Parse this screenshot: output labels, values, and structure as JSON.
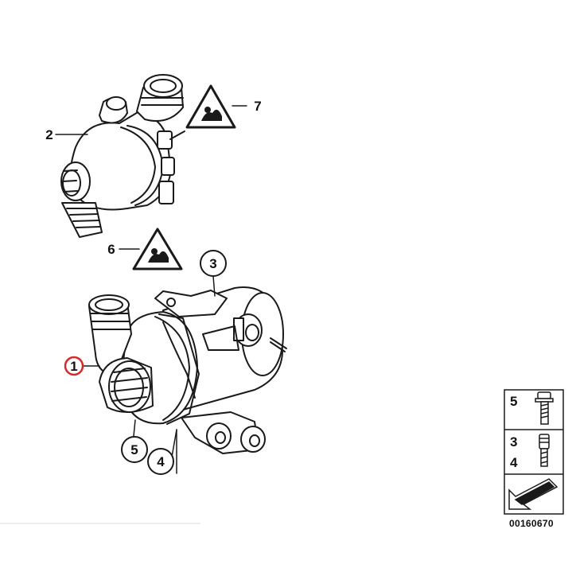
{
  "diagram": {
    "callouts": [
      {
        "id": "1",
        "label": "1",
        "highlighted": true
      },
      {
        "id": "2",
        "label": "2",
        "highlighted": false
      },
      {
        "id": "3",
        "label": "3",
        "highlighted": false
      },
      {
        "id": "4",
        "label": "4",
        "highlighted": false
      },
      {
        "id": "5",
        "label": "5",
        "highlighted": false
      },
      {
        "id": "6",
        "label": "6",
        "highlighted": false
      },
      {
        "id": "7",
        "label": "7",
        "highlighted": false
      }
    ],
    "legend": {
      "row_a": "5",
      "row_b_top": "3",
      "row_b_bottom": "4"
    },
    "part_number": "00160670",
    "colors": {
      "line": "#1a1a1a",
      "highlight": "#d42a2a",
      "fill": "#ffffff",
      "shade": "#e6e6e6"
    },
    "icons": [
      "warning-triangle-icon",
      "bolt-icon",
      "stud-icon",
      "arrow-icon"
    ]
  }
}
